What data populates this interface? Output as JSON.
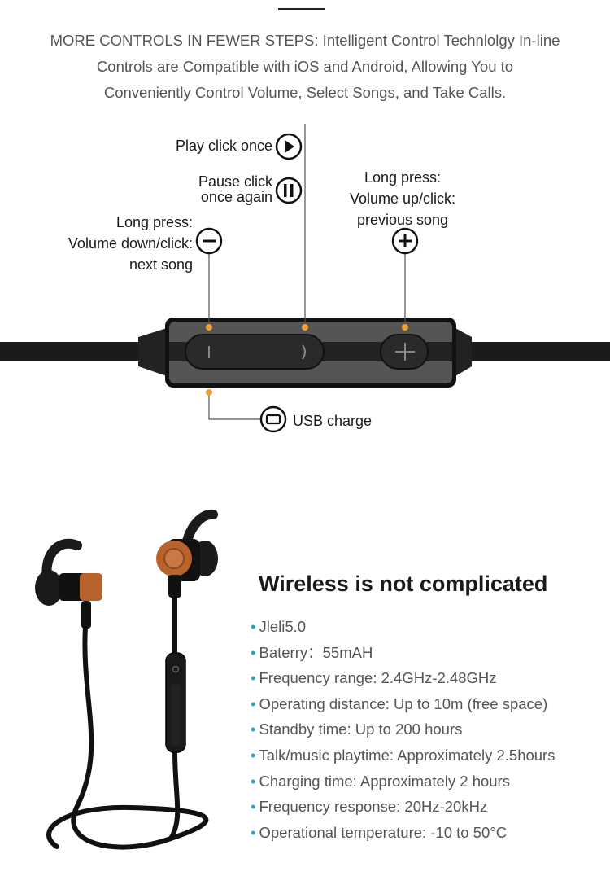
{
  "intro": {
    "lines": [
      "MORE CONTROLS IN FEWER STEPS: Intelligent Control Technlolgy In-line",
      "Controls are Compatible with iOS and Android, Allowing You to",
      "Conveniently Control Volume, Select Songs, and Take Calls."
    ]
  },
  "controls": {
    "play": "Play click once",
    "pause_line1": "Pause click",
    "pause_line2": "once again",
    "minus_line1": "Long press:",
    "minus_line2": "Volume down/click:",
    "minus_line3": "next song",
    "plus_line1": "Long press:",
    "plus_line2": "Volume up/click:",
    "plus_line3": "previous song",
    "usb": "USB charge"
  },
  "specs": {
    "title": "Wireless is not complicated",
    "items": [
      "Jleli5.0",
      "Baterry：55mAH",
      "Frequency range: 2.4GHz-2.48GHz",
      "Operating distance: Up to 10m (free space)",
      "Standby time: Up to 200 hours",
      "Talk/music playtime: Approximately 2.5hours",
      "Charging time: Approximately 2 hours",
      "Frequency response: 20Hz-20kHz",
      "Operational temperature: -10 to 50°C"
    ]
  },
  "icons": {
    "play": "play-icon",
    "pause": "pause-icon",
    "minus": "minus-icon",
    "plus": "plus-icon",
    "usb": "usb-port-icon"
  },
  "colors": {
    "accent_dot": "#f0a030",
    "bullet": "#2aa7c7",
    "copper": "#b8622c"
  }
}
